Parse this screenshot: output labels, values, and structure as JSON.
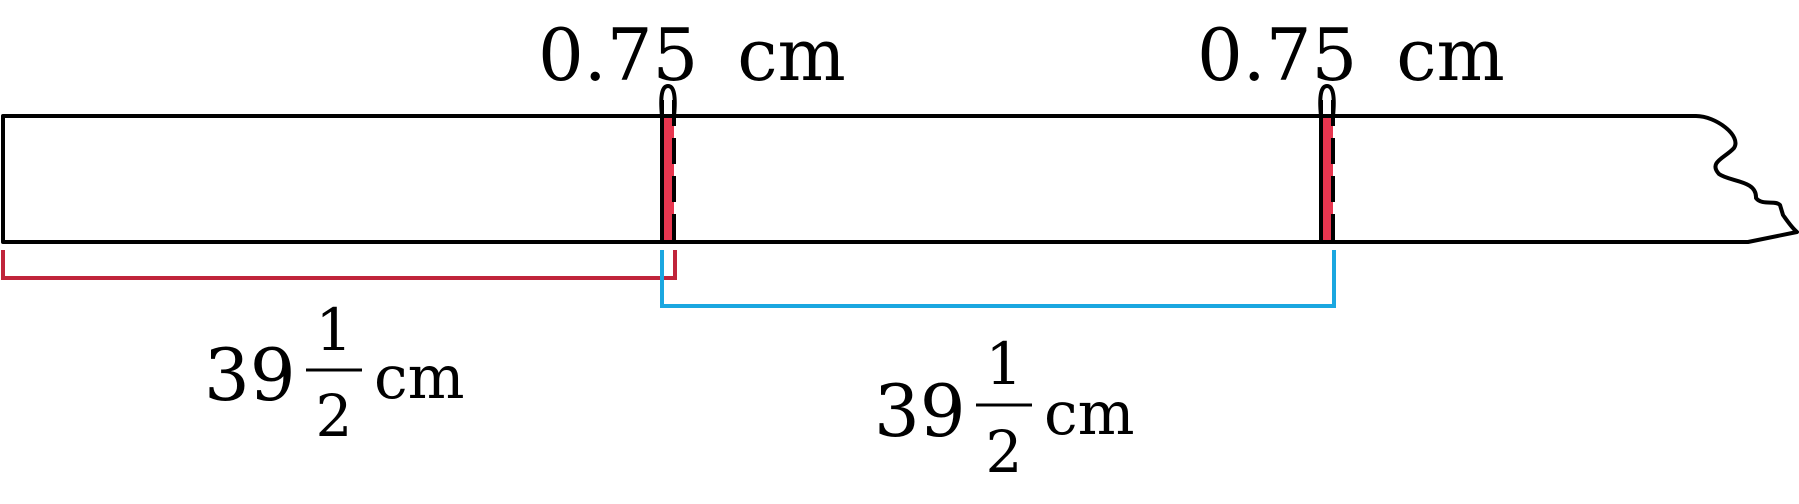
{
  "labels": {
    "overlap_left": {
      "value": "0.75",
      "unit": "cm"
    },
    "overlap_right": {
      "value": "0.75",
      "unit": "cm"
    },
    "length_left": {
      "whole": "39",
      "numerator": "1",
      "denominator": "2",
      "unit": "cm"
    },
    "length_right": {
      "whole": "39",
      "numerator": "1",
      "denominator": "2",
      "unit": "cm"
    }
  },
  "colors": {
    "outline": "#000000",
    "overlap_fill": "#e8364f",
    "bracket_left": "#c0243a",
    "bracket_right": "#1aa7e0"
  }
}
